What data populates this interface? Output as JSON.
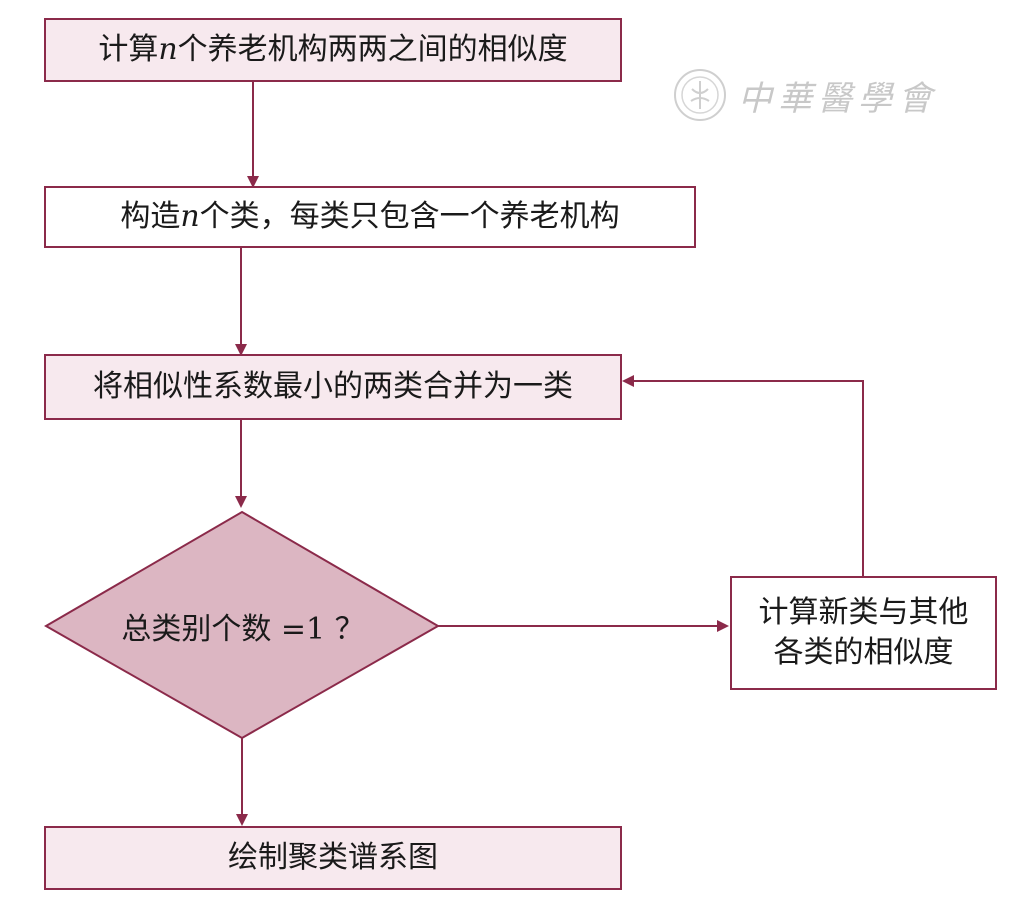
{
  "colors": {
    "stroke": "#8b2a4a",
    "box_fill": "#f7e9ee",
    "diamond_fill": "#dcb6c2",
    "watermark": "#c8c8c8"
  },
  "watermark": {
    "text": "中華醫學會",
    "icon": "society-seal-icon"
  },
  "steps": {
    "step1": {
      "before": "计算 ",
      "var": "n",
      "after": " 个养老机构两两之间的相似度"
    },
    "step2": {
      "before": "构造 ",
      "var": "n",
      "after": " 个类，每类只包含一个养老机构"
    },
    "step3": "将相似性系数最小的两类合并为一类",
    "decision": "总类别个数 =1 ？",
    "side": {
      "line1": "计算新类与其他",
      "line2": "各类的相似度"
    },
    "final": "绘制聚类谱系图"
  }
}
